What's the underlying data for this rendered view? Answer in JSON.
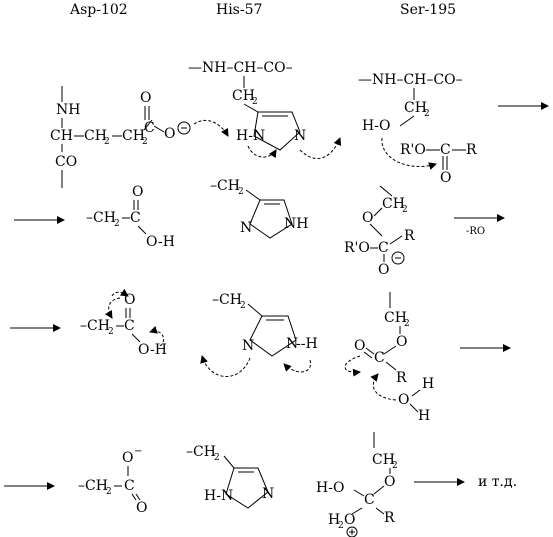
{
  "headers": {
    "asp": "Asp-102",
    "his": "His-57",
    "ser": "Ser-195"
  },
  "chem": {
    "nh": "NH",
    "n": "N",
    "hn": "H-N",
    "h": "H",
    "h_dash": "H",
    "o": "O",
    "oh": "O-H",
    "oh2": "O-H",
    "ho": "H-O",
    "ch": "CH",
    "co": "CO",
    "c": "C",
    "r": "R",
    "ch2": "CH",
    "sub2": "2",
    "h2o": "H",
    "ro_prime": "R'O",
    "nh_ch_co": "—NH–CH–CO–",
    "ch2_chain": "–CH",
    "ch2_chain2": "–CH",
    "arrow_label": "-RO",
    "minus": "−",
    "plus": "+",
    "dash_h": "--H",
    "o_minus": "O",
    "eq": "="
  },
  "ending_text": "и т.д."
}
